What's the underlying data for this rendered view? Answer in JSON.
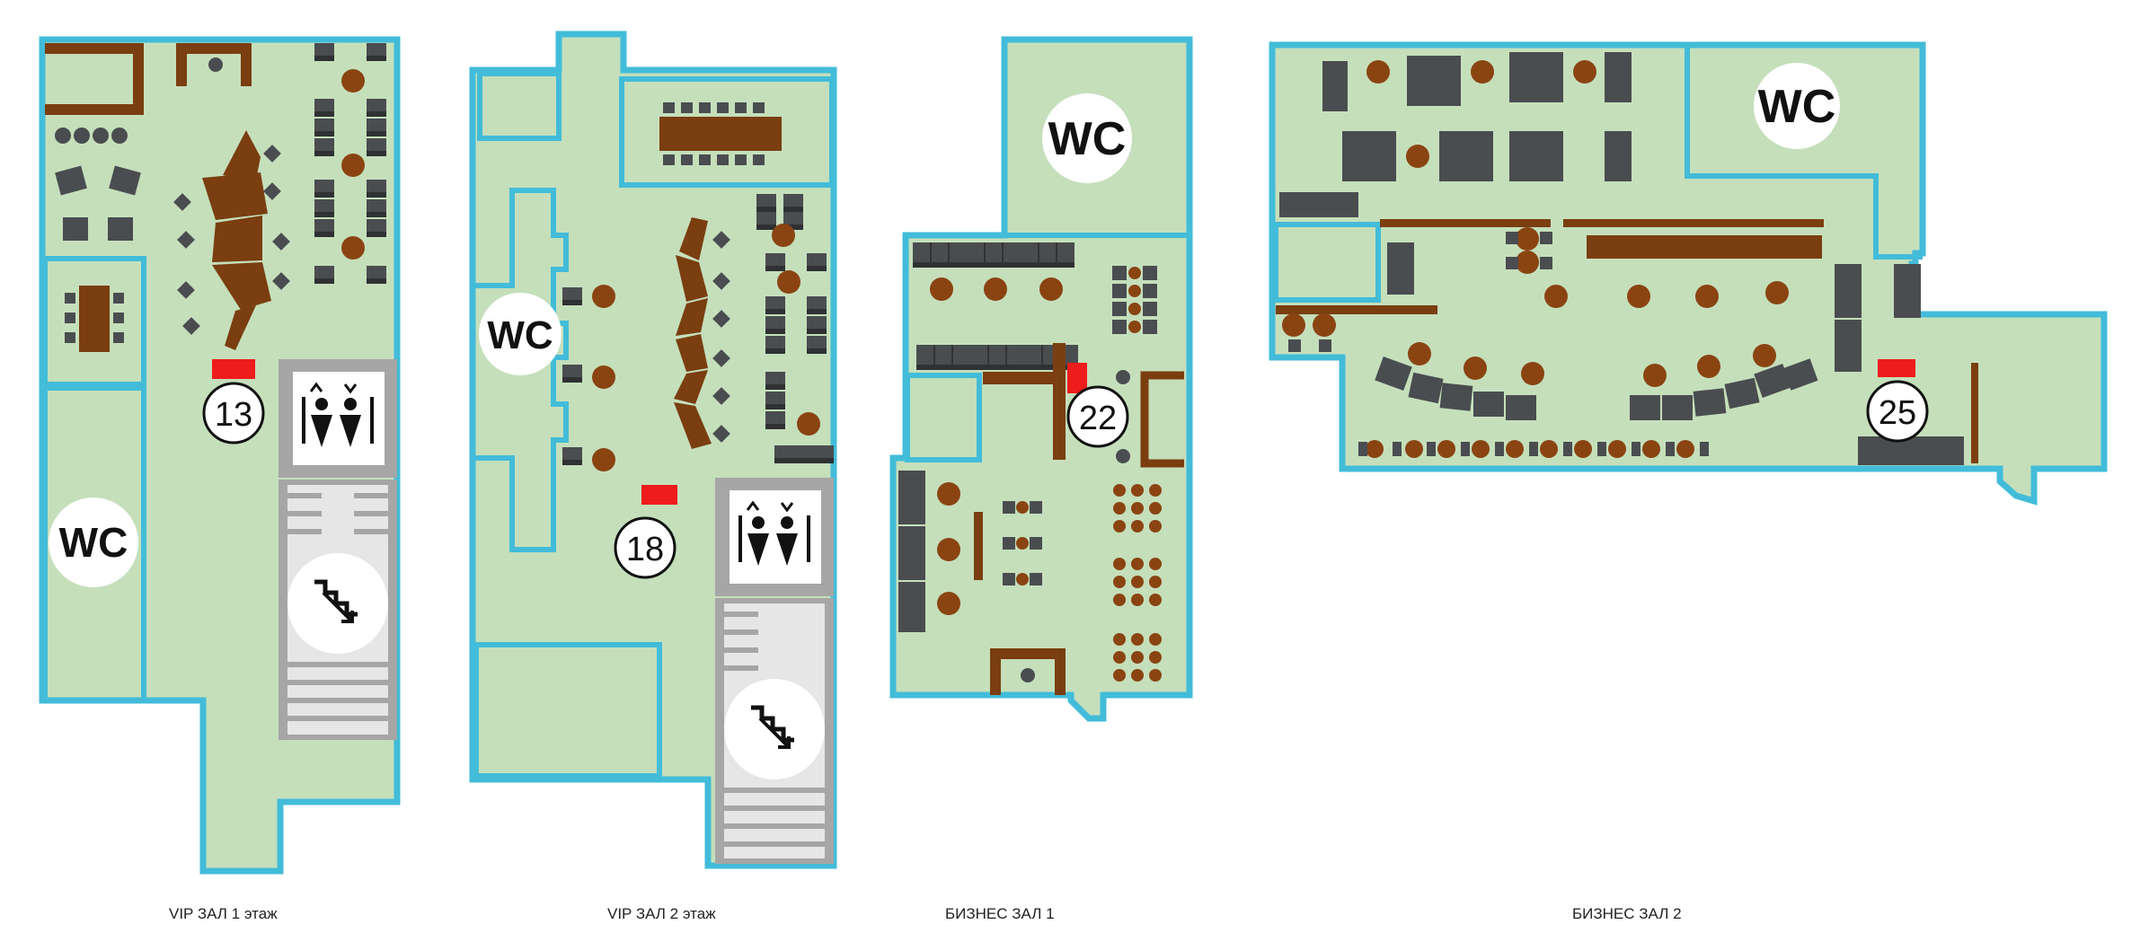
{
  "halls": [
    {
      "name": "VIP ЗАЛ 1 этаж",
      "gate": "13",
      "wc": "WC"
    },
    {
      "name": "VIP ЗАЛ 2 этаж",
      "gate": "18",
      "wc": "WC"
    },
    {
      "name": "БИЗНЕС ЗАЛ 1",
      "gate": "22",
      "wc": "WC"
    },
    {
      "name": "БИЗНЕС ЗАЛ 2",
      "gate": "25",
      "wc": "WC"
    }
  ],
  "colors": {
    "floor": "#c5dfbb",
    "wall": "#42bcd9",
    "furniture": "#7a3e10",
    "seat": "#4a4d50",
    "gate_marker": "#ee1c1c",
    "elevator_bg": "#a6a6a6",
    "stairs_bg": "#e6e6e6"
  },
  "icons": [
    "wc-icon",
    "elevator-icon",
    "stairs-icon",
    "gate-marker-icon"
  ]
}
